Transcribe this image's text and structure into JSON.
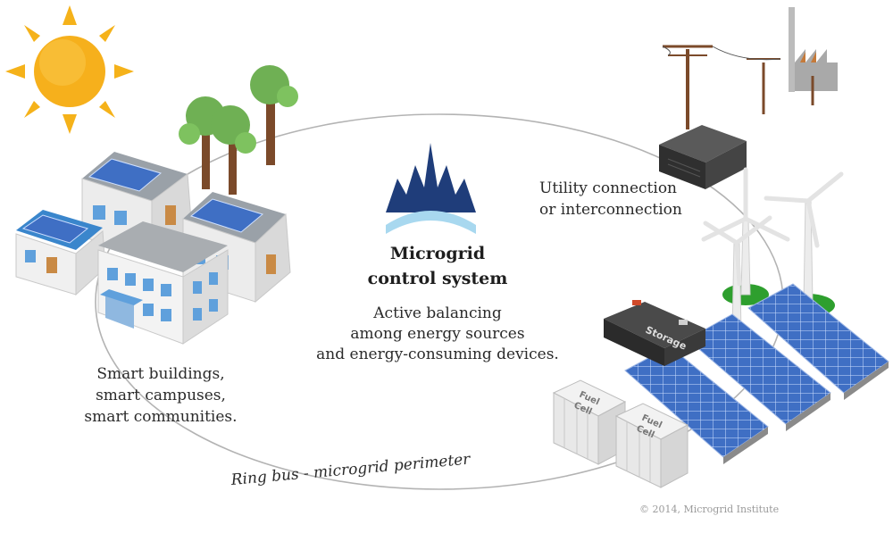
{
  "diagram": {
    "center": {
      "title_line1": "Microgrid",
      "title_line2": "control system",
      "desc_line1": "Active balancing",
      "desc_line2": "among energy sources",
      "desc_line3": "and energy-consuming devices."
    },
    "utility": {
      "line1": "Utility connection",
      "line2": "or interconnection"
    },
    "buildings": {
      "line1": "Smart buildings,",
      "line2": "smart campuses,",
      "line3": "smart communities."
    },
    "ring_label": "Ring bus - microgrid perimeter",
    "storage_label": "Storage",
    "fuel_cell_word1": "Fuel",
    "fuel_cell_word2": "Cell",
    "copyright": "© 2014, Microgrid Institute"
  },
  "colors": {
    "logo": "#1f3d7a",
    "sun": "#f5b21a",
    "panel": "#3f6fc4",
    "ring": "#b0b0b0",
    "tree_green": "#6fb054",
    "grass": "#2e9f2e"
  }
}
